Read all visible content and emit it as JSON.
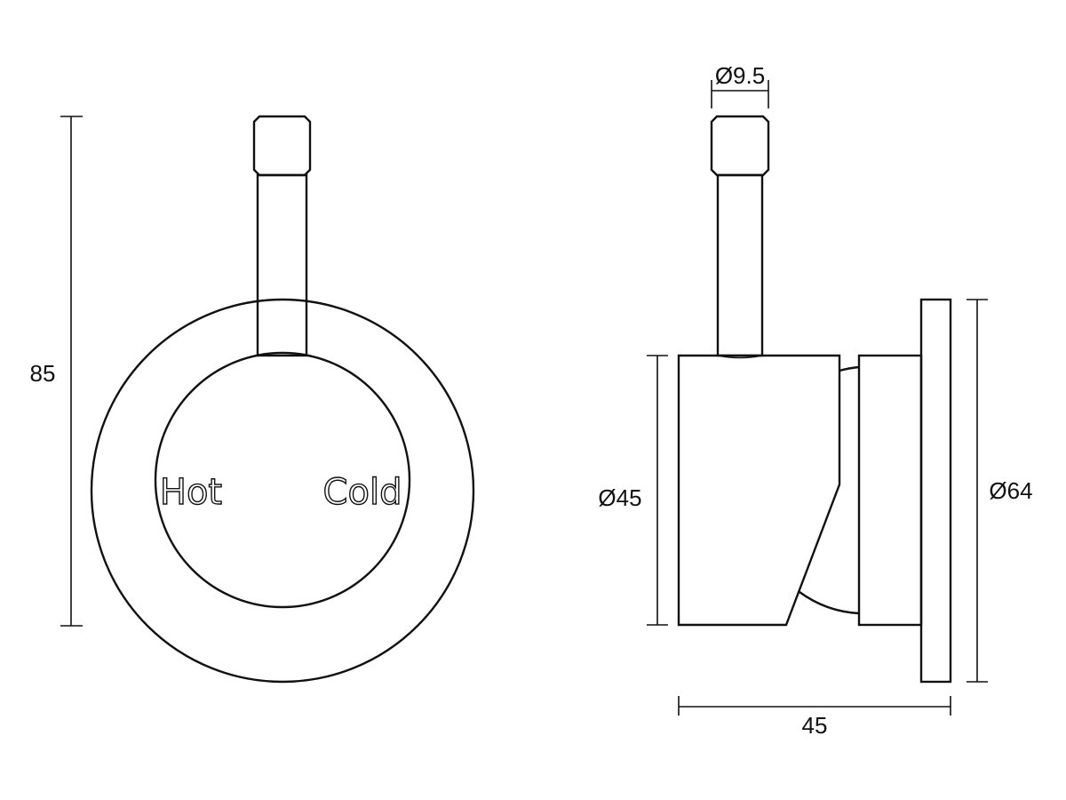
{
  "front_view": {
    "labels": {
      "hot": "Hot",
      "cold": "Cold"
    }
  },
  "dimensions": {
    "height": "85",
    "handle_diameter": "Ø9.5",
    "body_diameter": "Ø45",
    "flange_diameter": "Ø64",
    "depth": "45"
  },
  "colors": {
    "line": "#111111",
    "background": "#ffffff"
  }
}
